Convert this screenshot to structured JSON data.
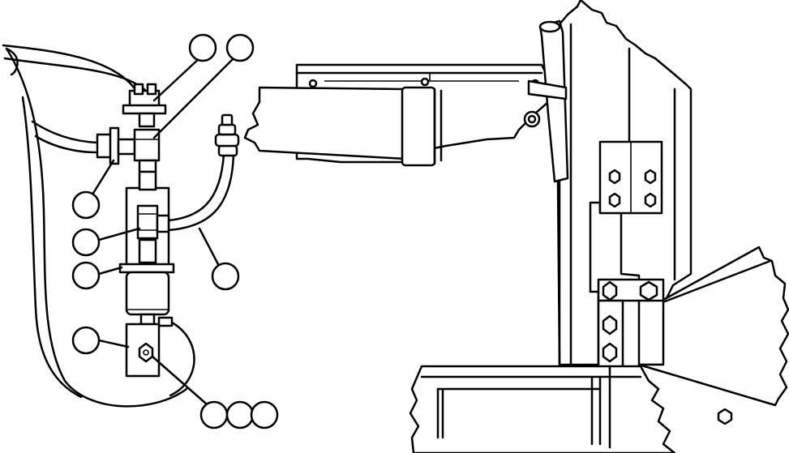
{
  "figure": {
    "background": "#ffffff",
    "stroke": "#000000"
  },
  "callouts": [
    {
      "id": "c1",
      "label": ""
    },
    {
      "id": "c2",
      "label": ""
    },
    {
      "id": "c3",
      "label": ""
    },
    {
      "id": "c4",
      "label": ""
    },
    {
      "id": "c5",
      "label": ""
    },
    {
      "id": "c6",
      "label": ""
    },
    {
      "id": "c7",
      "label": ""
    },
    {
      "id": "c8",
      "label": ""
    },
    {
      "id": "c9",
      "label": ""
    },
    {
      "id": "c10",
      "label": ""
    },
    {
      "id": "c11",
      "label": ""
    }
  ]
}
